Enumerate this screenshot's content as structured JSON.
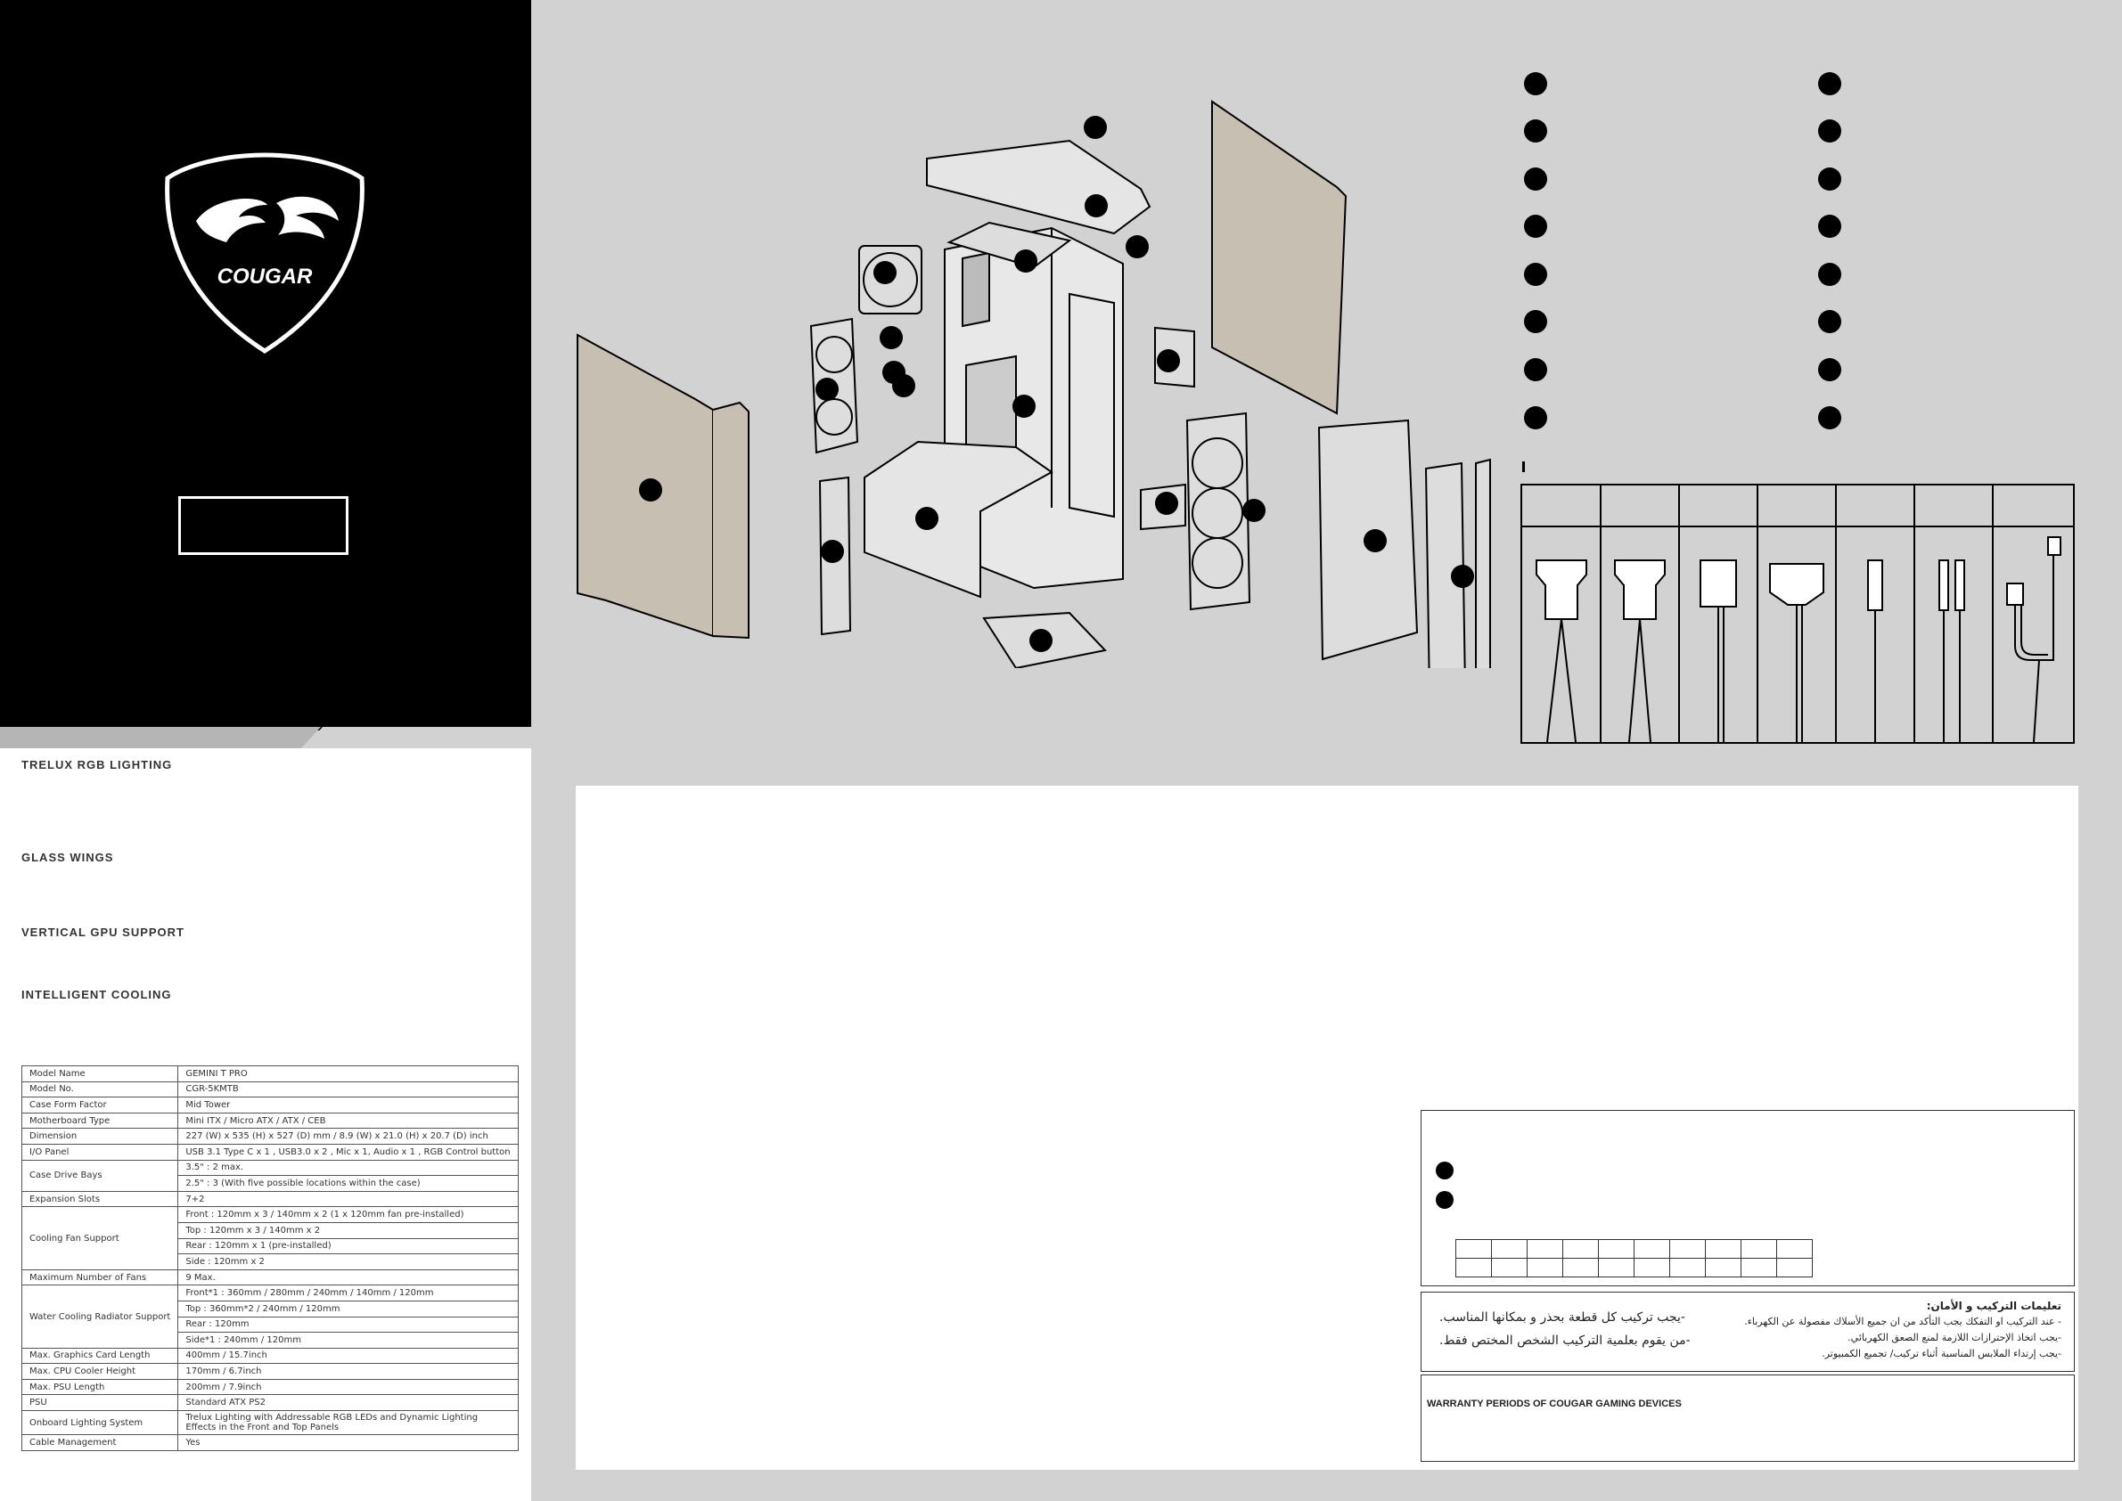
{
  "brand": {
    "logo_text": "COUGAR"
  },
  "features": [
    {
      "label": "TRELUX RGB LIGHTING"
    },
    {
      "label": "GLASS WINGS"
    },
    {
      "label": "VERTICAL GPU SUPPORT"
    },
    {
      "label": "INTELLIGENT COOLING"
    }
  ],
  "specs": {
    "model_name": {
      "label": "Model Name",
      "value": "GEMINI T PRO"
    },
    "model_no": {
      "label": "Model No.",
      "value": "CGR-5KMTB"
    },
    "form_factor": {
      "label": "Case Form Factor",
      "value": "Mid Tower"
    },
    "mb_type": {
      "label": "Motherboard Type",
      "value": "Mini ITX / Micro ATX / ATX / CEB"
    },
    "dimension": {
      "label": "Dimension",
      "value": "227 (W) x 535 (H) x 527 (D) mm / 8.9 (W) x 21.0 (H) x 20.7 (D) inch"
    },
    "io_panel": {
      "label": "I/O Panel",
      "value": "USB 3.1 Type C x 1 , USB3.0 x 2 , Mic x 1, Audio x 1 , RGB Control button"
    },
    "drive_bays": {
      "label": "Case Drive Bays",
      "v1": "3.5\" : 2 max.",
      "v2": "2.5\" : 3 (With five possible locations within the case)"
    },
    "expansion": {
      "label": "Expansion Slots",
      "value": "7+2"
    },
    "cooling": {
      "label": "Cooling Fan Support",
      "v1": "Front : 120mm x 3 / 140mm x 2 (1 x 120mm fan pre-installed)",
      "v2": "Top : 120mm x 3 / 140mm x 2",
      "v3": "Rear : 120mm x 1 (pre-installed)",
      "v4": "Side : 120mm x 2"
    },
    "max_fans": {
      "label": "Maximum Number of Fans",
      "value": "9 Max."
    },
    "radiator": {
      "label": "Water Cooling Radiator Support",
      "v1": "Front*1 : 360mm / 280mm / 240mm / 140mm / 120mm",
      "v2": "Top : 360mm*2 / 240mm / 120mm",
      "v3": "Rear : 120mm",
      "v4": "Side*1 : 240mm / 120mm"
    },
    "gpu_len": {
      "label": "Max. Graphics Card Length",
      "value": "400mm / 15.7inch"
    },
    "cpu_h": {
      "label": "Max. CPU Cooler Height",
      "value": "170mm / 6.7inch"
    },
    "psu_len": {
      "label": "Max. PSU Length",
      "value": "200mm / 7.9inch"
    },
    "psu": {
      "label": "PSU",
      "value": "Standard ATX PS2"
    },
    "lighting": {
      "label": "Onboard Lighting System",
      "value": "Trelux Lighting with Addressable RGB LEDs and Dynamic Lighting Effects in the Front and Top Panels"
    },
    "cable": {
      "label": "Cable Management",
      "value": "Yes"
    }
  },
  "safety_ar": {
    "title": "تعليمات التركيب و الأمان:",
    "r1": "- عند التركيب او التفكك يجب التأكد من ان جميع الأسلاك مفصولة عن الكهرباء.",
    "r2": "-يجب اتخاذ الإحترازات اللازمة لمنع الصعق الكهربائي.",
    "r3": "-يجب إرتداء الملابس المناسبة أثناء تركيب/ تجميع الكمبيوتر.",
    "l1": "-يجب تركيب كل قطعة بحذر و بمكانها المناسب.",
    "l2": "-من يقوم بعلمية التركيب الشخص المختص فقط."
  },
  "warranty": {
    "title": "WARRANTY PERIODS OF COUGAR GAMING DEVICES"
  }
}
